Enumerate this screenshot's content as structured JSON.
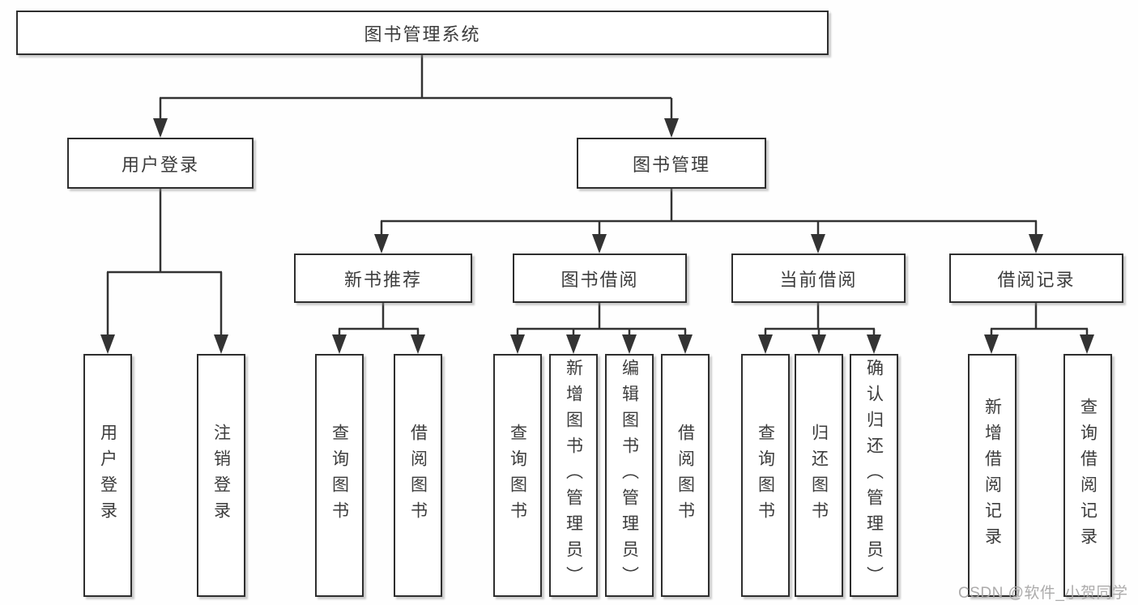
{
  "diagram": {
    "title": "图书管理系统",
    "nodes": {
      "root": "图书管理系统",
      "user_login": "用户登录",
      "book_mgmt": "图书管理",
      "login": "用户登录",
      "logout": "注销登录",
      "new_book_rec": "新书推荐",
      "book_borrow": "图书借阅",
      "current_borrow": "当前借阅",
      "borrow_records": "借阅记录",
      "nb_query": "查询图书",
      "nb_borrow": "借阅图书",
      "bb_query": "查询图书",
      "bb_add": "新增图书（管理员）",
      "bb_edit": "编辑图书（管理员）",
      "bb_borrow": "借阅图书",
      "cb_query": "查询图书",
      "cb_return": "归还图书",
      "cb_confirm": "确认归还（管理员）",
      "br_add": "新增借阅记录",
      "br_query": "查询借阅记录"
    },
    "colors": {
      "line": "#333333",
      "box_border": "#2e2e2e",
      "text": "#3c3c3c",
      "watermark": "#a8a6a6",
      "background": "#ffffff"
    }
  },
  "watermark": "CSDN @软件_小贺同学"
}
